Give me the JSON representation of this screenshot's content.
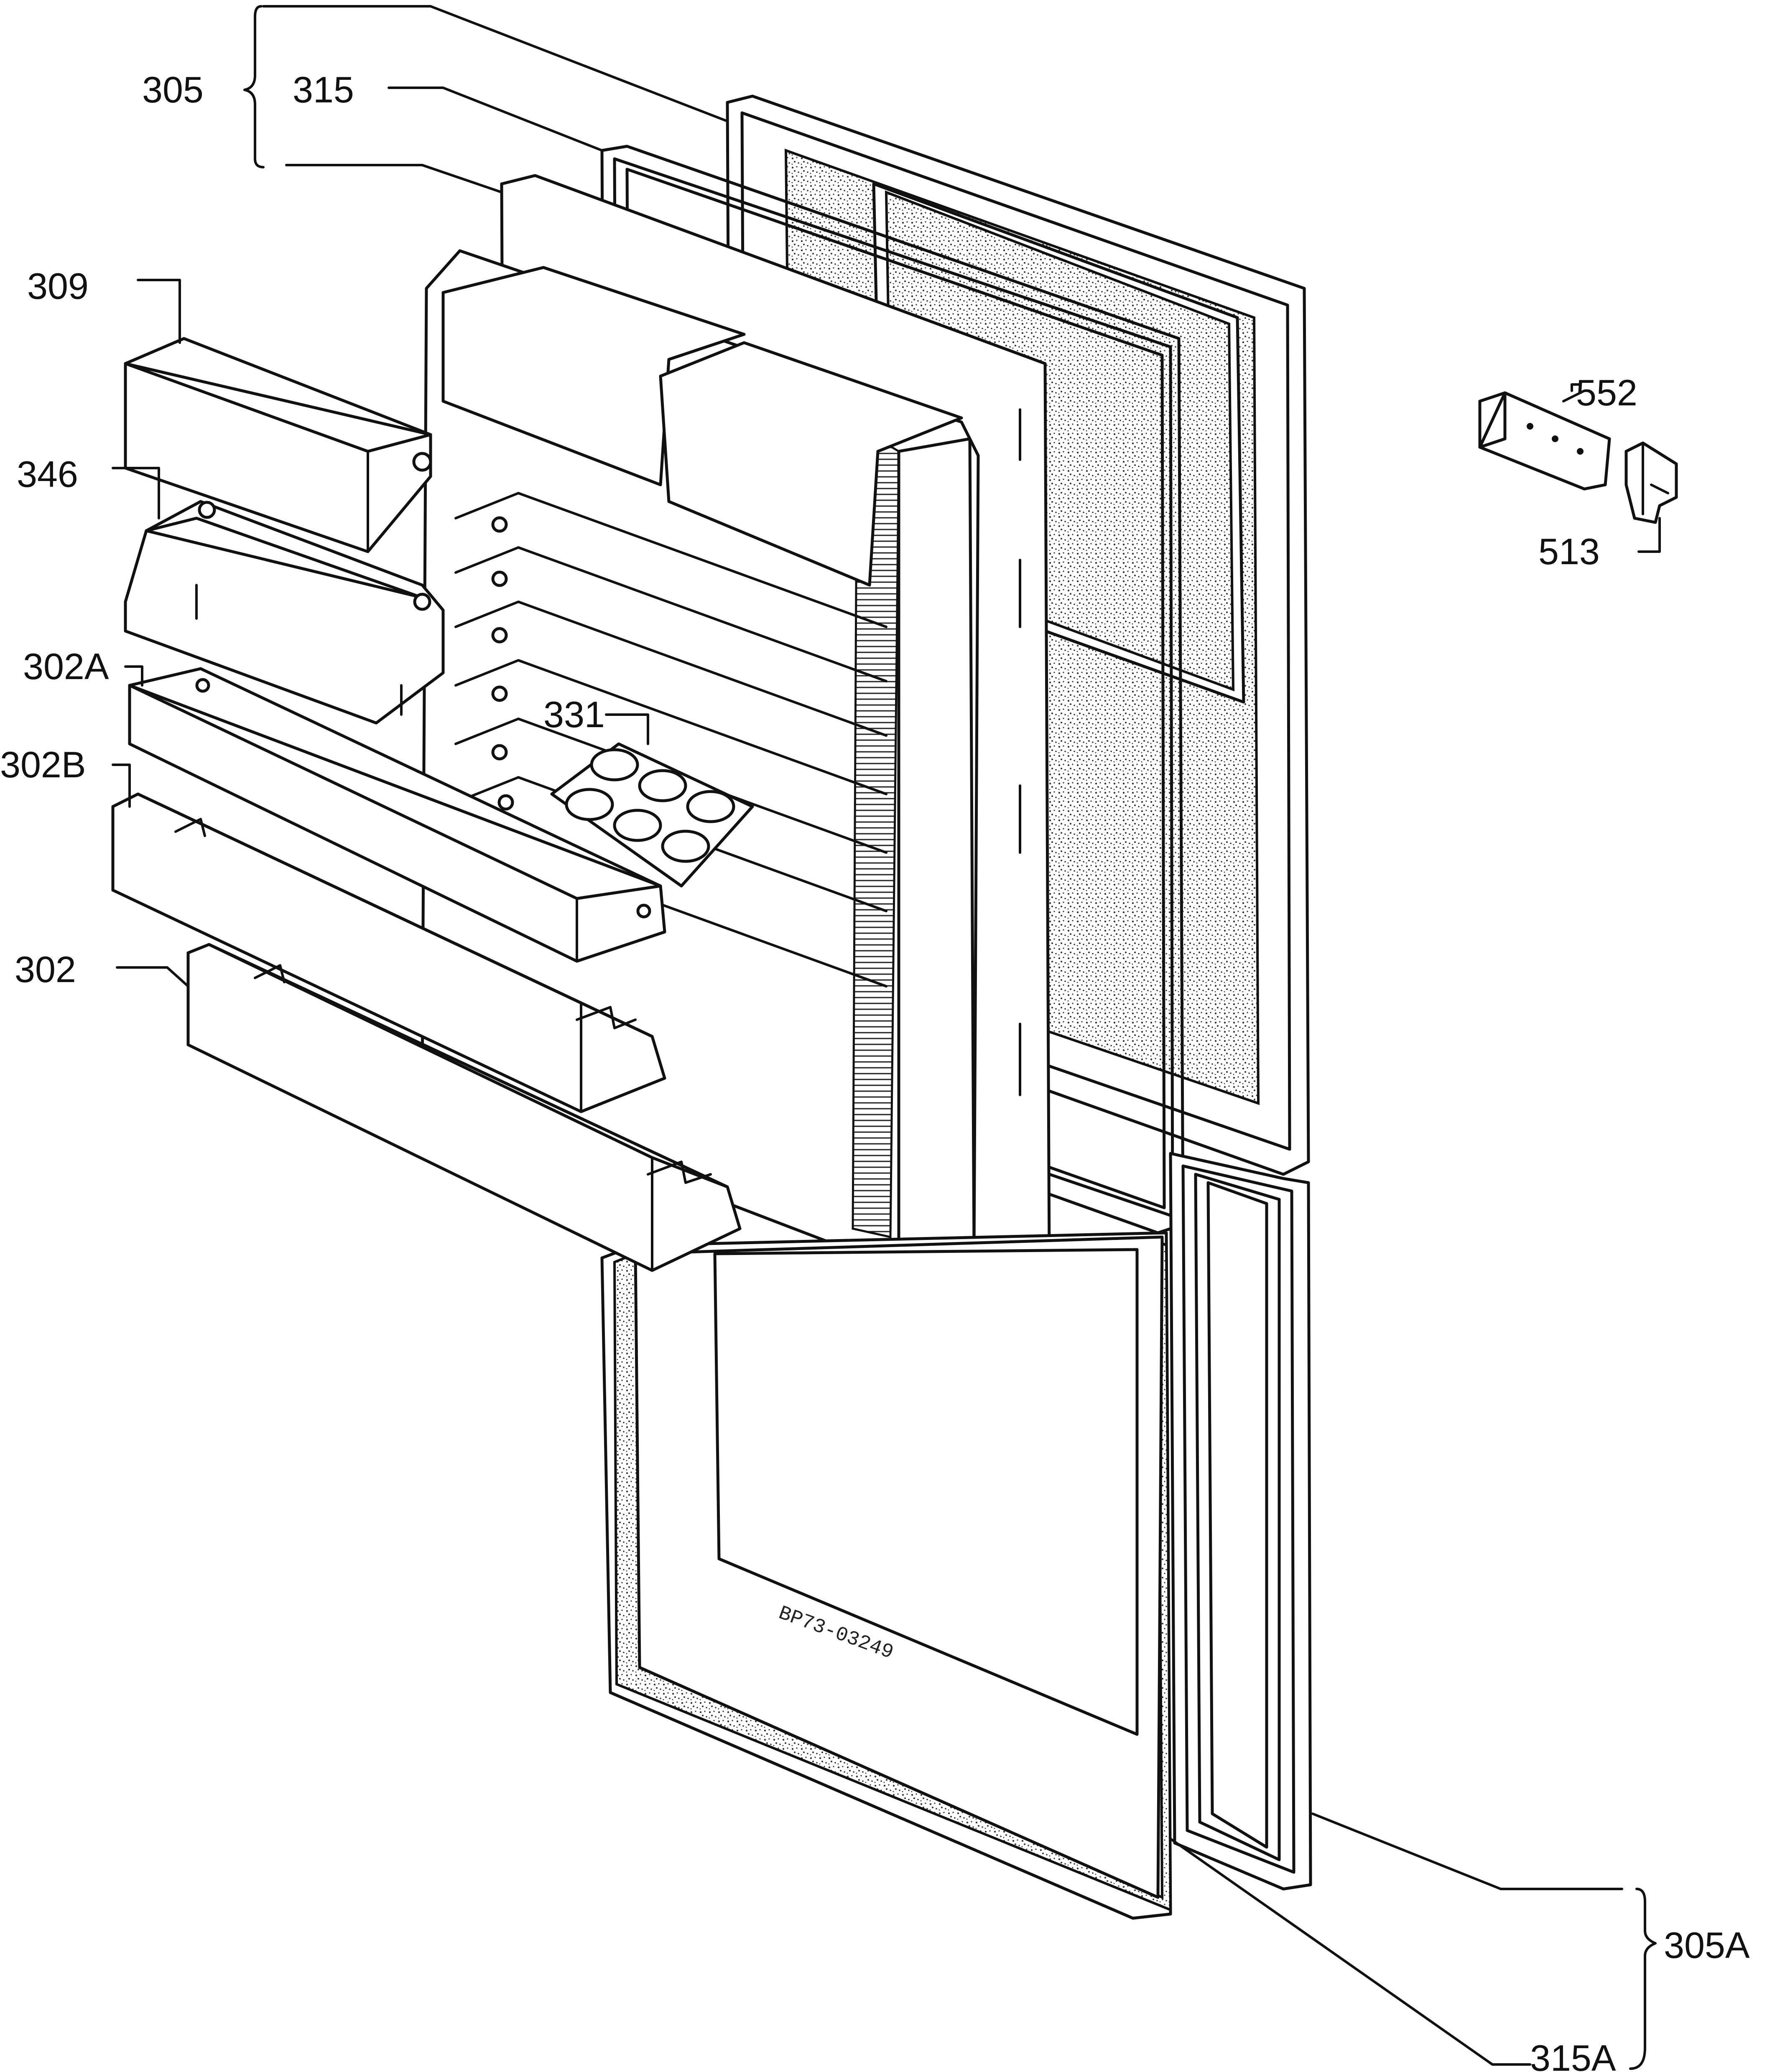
{
  "diagram": {
    "drawing_code": "BP73-03249",
    "labels": {
      "l305": "305",
      "l315": "315",
      "l309": "309",
      "l346": "346",
      "l302A": "302A",
      "l302B": "302B",
      "l302": "302",
      "l331": "331",
      "l552": "552",
      "l513": "513",
      "l305A": "305A",
      "l315A": "315A"
    }
  }
}
